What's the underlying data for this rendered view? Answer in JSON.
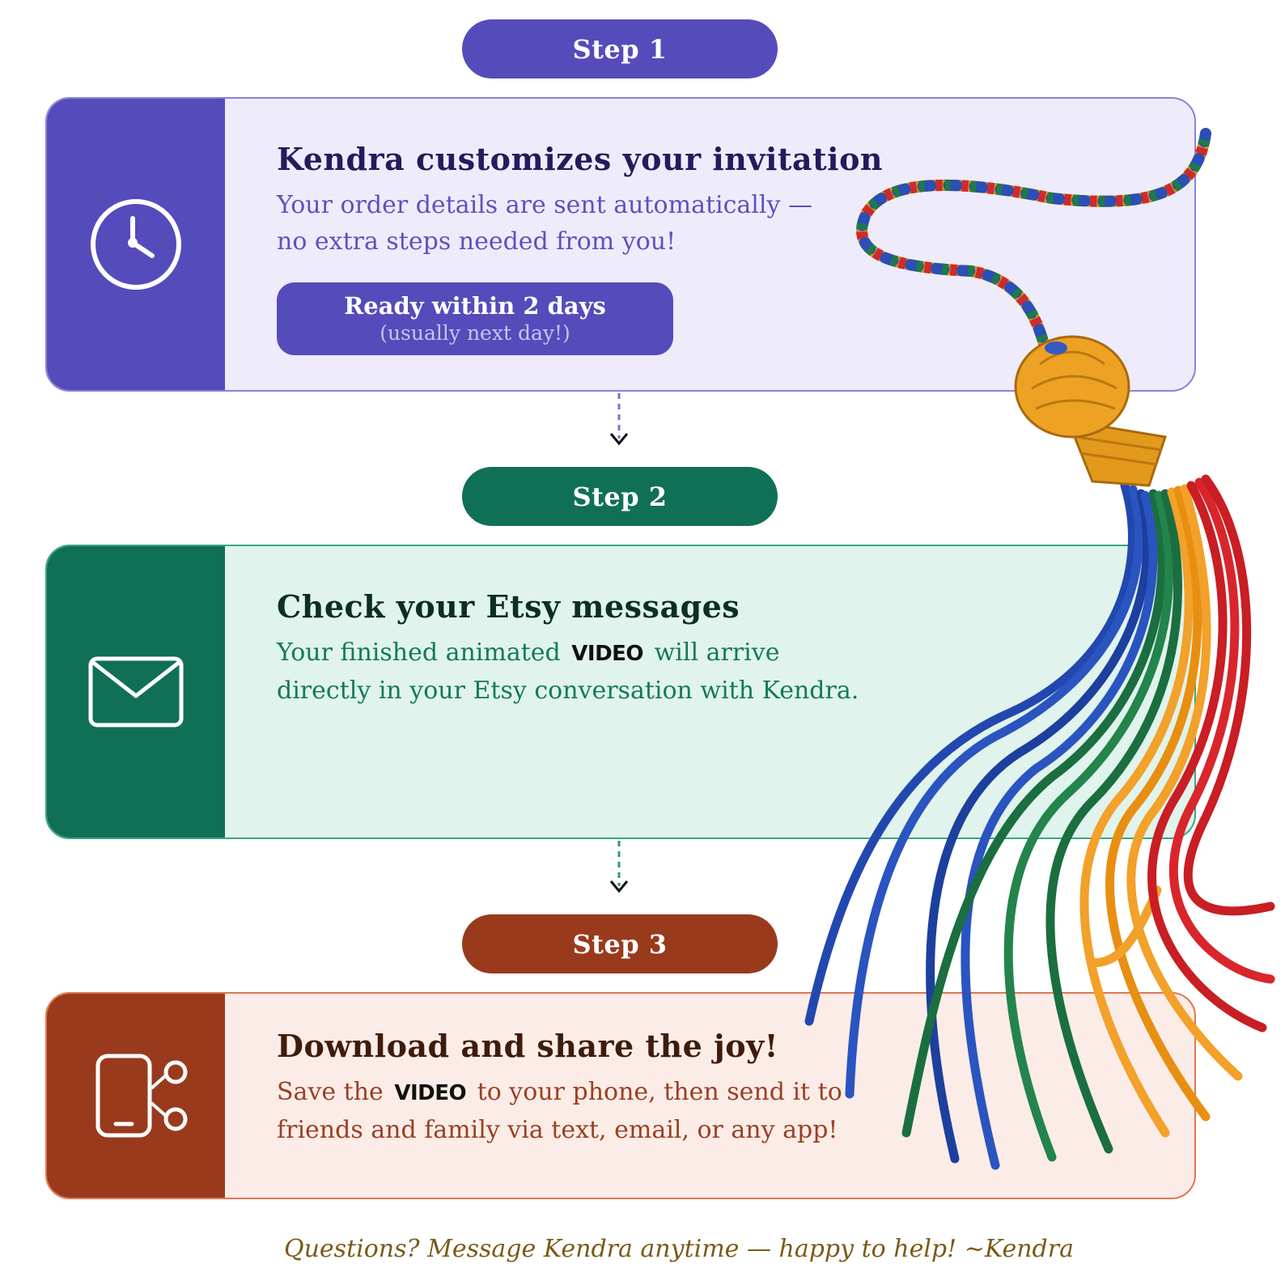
{
  "steps": [
    {
      "label": "Step 1",
      "title": "Kendra customizes your invitation",
      "line1": "Your order details are sent automatically —",
      "line2": "no extra steps needed from you!",
      "badge_main": "Ready within 2 days",
      "badge_sub": "(usually next day!)",
      "icon": "clock-icon",
      "color": "#554bbb"
    },
    {
      "label": "Step 2",
      "title": "Check your Etsy messages",
      "line1_pre": "Your finished animated",
      "line1_highlight": "VIDEO",
      "line1_post": "will arrive",
      "line2": "directly in your Etsy conversation with Kendra.",
      "icon": "envelope-icon",
      "color": "#107055"
    },
    {
      "label": "Step 3",
      "title": "Download and share the joy!",
      "line1_pre": "Save the",
      "line1_highlight": "VIDEO",
      "line1_post": "to your phone, then send it to",
      "line2": "friends and family via text, email, or any app!",
      "icon": "phone-share-icon",
      "color": "#993a1d"
    }
  ],
  "footer": "Questions? Message Kendra anytime — happy to help! ~Kendra",
  "decoration": "graduation-tassel-illustration"
}
